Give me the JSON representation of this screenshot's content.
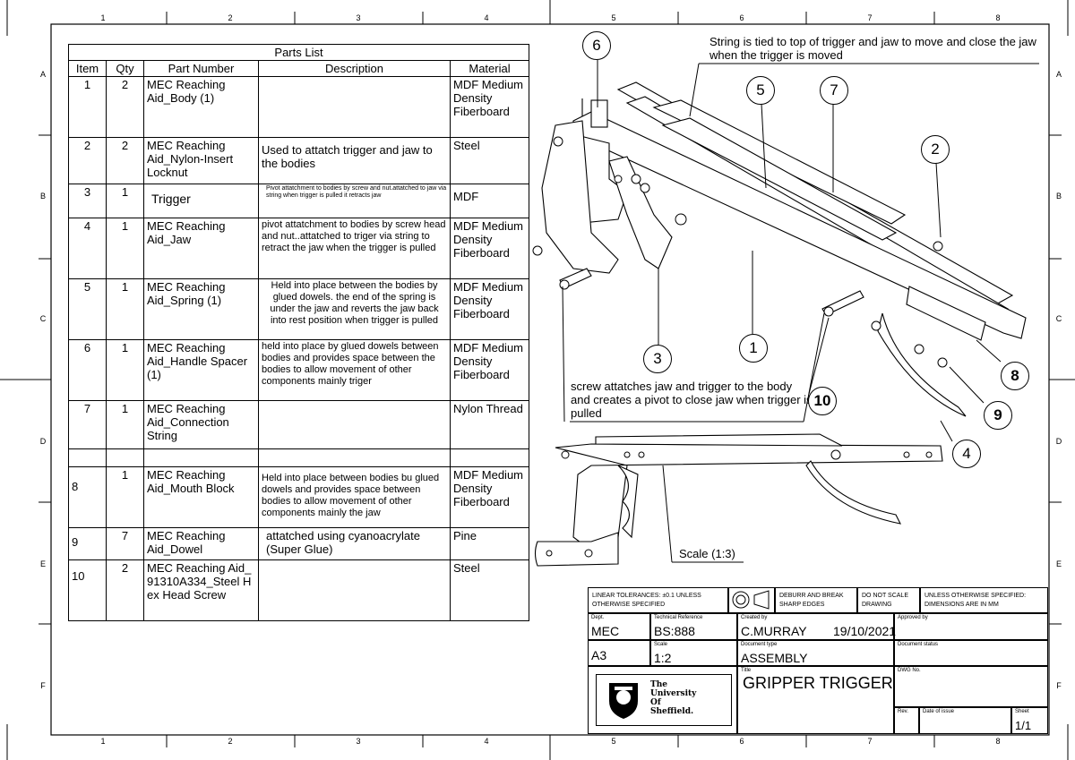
{
  "zones": {
    "columns": [
      "1",
      "2",
      "3",
      "4",
      "5",
      "6",
      "7",
      "8"
    ],
    "rows": [
      "A",
      "B",
      "C",
      "D",
      "E",
      "F"
    ]
  },
  "parts_list": {
    "title": "Parts List",
    "headers": [
      "Item",
      "Qty",
      "Part Number",
      "Description",
      "Material"
    ],
    "rows": [
      {
        "item": "1",
        "qty": "2",
        "part": "MEC Reaching Aid_Body (1)",
        "desc": "",
        "material": "MDF Medium Density Fiberboard"
      },
      {
        "item": "2",
        "qty": "2",
        "part": "MEC Reaching Aid_Nylon-Insert Locknut",
        "desc": "Used to attatch trigger and jaw to the bodies",
        "material": "Steel"
      },
      {
        "item": "3",
        "qty": "1",
        "part": "Trigger",
        "desc": "Pivot attatchment to bodies by screw and nut.attatched to jaw via string when trigger is pulled it retracts jaw",
        "material": "MDF"
      },
      {
        "item": "4",
        "qty": "1",
        "part": "MEC Reaching Aid_Jaw",
        "desc": "pivot attatchment to bodies by screw head and nut..attatched to triger via string to retract the jaw when the trigger is pulled",
        "material": "MDF Medium Density Fiberboard"
      },
      {
        "item": "5",
        "qty": "1",
        "part": "MEC Reaching Aid_Spring (1)",
        "desc": "Held into place between the bodies by glued dowels. the end of the spring is under the jaw and reverts the jaw back into rest position when trigger is pulled",
        "material": "MDF Medium Density Fiberboard"
      },
      {
        "item": "6",
        "qty": "1",
        "part": "MEC Reaching Aid_Handle Spacer (1)",
        "desc": "held into place by glued dowels between bodies and provides space between the bodies to allow movement of other components mainly triger",
        "material": "MDF Medium Density Fiberboard"
      },
      {
        "item": "7",
        "qty": "1",
        "part": "MEC Reaching Aid_Connection String",
        "desc": "",
        "material": "Nylon Thread"
      },
      {
        "item": "",
        "qty": "",
        "part": "",
        "desc": "",
        "material": ""
      },
      {
        "item": "8",
        "qty": "1",
        "part": "MEC Reaching Aid_Mouth Block",
        "desc": "Held into place between bodies bu glued dowels and provides space between bodies to allow movement of other components mainly the jaw",
        "material": "MDF Medium Density Fiberboard"
      },
      {
        "item": "9",
        "qty": "7",
        "part": "MEC Reaching Aid_Dowel",
        "desc": "attatched using cyanoacrylate (Super Glue)",
        "material": "Pine"
      },
      {
        "item": "10",
        "qty": "2",
        "part": "MEC Reaching Aid_91310A334_Steel Hex Head Screw",
        "desc": "",
        "material": "Steel"
      }
    ]
  },
  "notes": {
    "string_note": "String is tied to top of trigger and jaw to move and close the jaw when the trigger is moved",
    "screw_note": "screw attatches jaw and trigger to the body and creates a pivot to close jaw when trigger is pulled",
    "scale_note": "Scale (1:3)"
  },
  "balloons": [
    "1",
    "2",
    "3",
    "4",
    "5",
    "6",
    "7",
    "8",
    "9",
    "10"
  ],
  "title_block": {
    "tolerances": "LINEAR TOLERANCES: ±0.1 UNLESS OTHERWISE SPECIFIED",
    "deburr": "DEBURR AND BREAK SHARP EDGES",
    "do_not_scale": "DO NOT SCALE DRAWING",
    "units": "UNLESS OTHERWISE SPECIFIED: DIMENSIONS ARE IN MM",
    "dept_label": "Dept.",
    "dept": "MEC",
    "tech_ref_label": "Technical Reference",
    "tech_ref": "BS:888",
    "created_by_label": "Created by",
    "created_by": "C.MURRAY",
    "date": "19/10/2021",
    "approved_label": "Approved by",
    "size": "A3",
    "scale_label": "Scale",
    "scale": "1:2",
    "doc_type_label": "Document type",
    "doc_type": "ASSEMBLY",
    "doc_status_label": "Document status",
    "title_label": "Title",
    "title": "GRIPPER TRIGGER",
    "dwg_label": "DWG No.",
    "rev_label": "Rev.",
    "date_issue_label": "Date of issue",
    "sheet_label": "Sheet",
    "sheet": "1/1",
    "university_line1": "The",
    "university_line2": "University",
    "university_line3": "Of",
    "university_line4": "Sheffield."
  }
}
